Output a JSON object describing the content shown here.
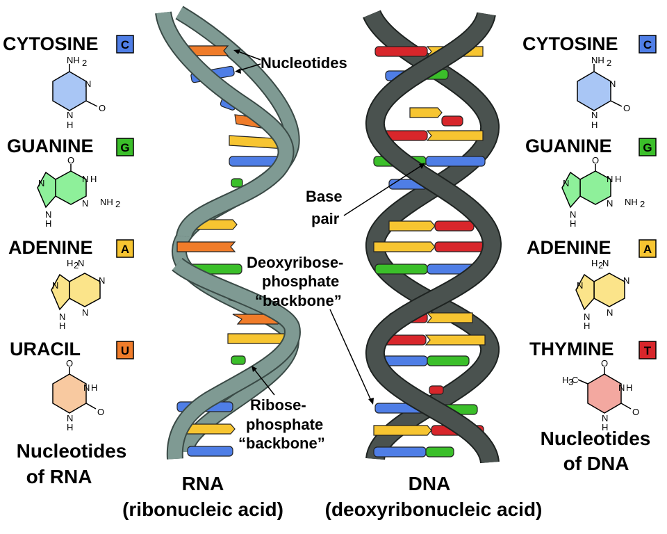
{
  "rna": {
    "title": "RNA",
    "subtitle": "(ribonucleic acid)",
    "nucleotides_title_line1": "Nucleotides",
    "nucleotides_title_line2": "of RNA",
    "backbone_label_line1": "Ribose-",
    "backbone_label_line2": "phosphate",
    "backbone_label_line3": "“backbone”",
    "bases": [
      {
        "name": "CYTOSINE",
        "letter": "C",
        "color": "#4f7ee6"
      },
      {
        "name": "GUANINE",
        "letter": "G",
        "color": "#3bbf2a"
      },
      {
        "name": "ADENINE",
        "letter": "A",
        "color": "#f7c531"
      },
      {
        "name": "URACIL",
        "letter": "U",
        "color": "#f07c2a"
      }
    ]
  },
  "dna": {
    "title": "DNA",
    "subtitle": "(deoxyribonucleic acid)",
    "nucleotides_title_line1": "Nucleotides",
    "nucleotides_title_line2": "of DNA",
    "backbone_label_line1": "Deoxyribose-",
    "backbone_label_line2": "phosphate",
    "backbone_label_line3": "“backbone”",
    "base_pair_label_line1": "Base",
    "base_pair_label_line2": "pair",
    "bases": [
      {
        "name": "CYTOSINE",
        "letter": "C",
        "color": "#4f7ee6"
      },
      {
        "name": "GUANINE",
        "letter": "G",
        "color": "#3bbf2a"
      },
      {
        "name": "ADENINE",
        "letter": "A",
        "color": "#f7c531"
      },
      {
        "name": "THYMINE",
        "letter": "T",
        "color": "#d8262b"
      }
    ]
  },
  "nucleotides_callout": "Nucleotides",
  "atoms": {
    "nh2_n": "NH",
    "nh2_sub": "2",
    "h2n_h": "H",
    "h2n_sub": "2",
    "h2n_n": "N",
    "n": "N",
    "h": "H",
    "o": "O",
    "ch3_h": "H",
    "ch3_sub": "3",
    "ch3_c": "C"
  },
  "colors": {
    "rna_backbone": "#7f9a93",
    "rna_backbone_edge": "#3a4a46",
    "dna_backbone": "#4a524f",
    "dna_backbone_edge": "#1e2321",
    "cytosine_fill": "#a9c6f5",
    "guanine_fill": "#8ef09a",
    "adenine_fill": "#fbe48a",
    "uracil_fill": "#f8c9a0",
    "thymine_fill": "#f3a8a0"
  }
}
